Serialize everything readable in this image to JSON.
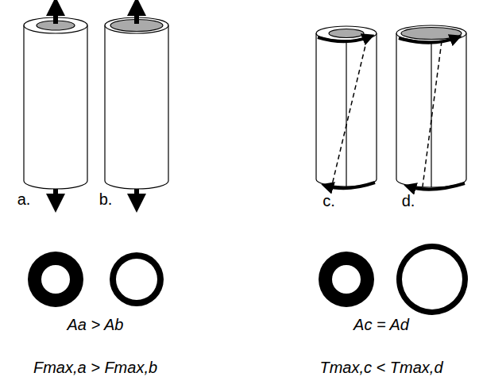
{
  "diagram": {
    "labels": [
      "a.",
      "b.",
      "c.",
      "d.",
      "Aa > Ab",
      "Fmax,a > Fmax,b",
      "Ac = Ad",
      "Tmax,c < Tmax,d"
    ]
  }
}
